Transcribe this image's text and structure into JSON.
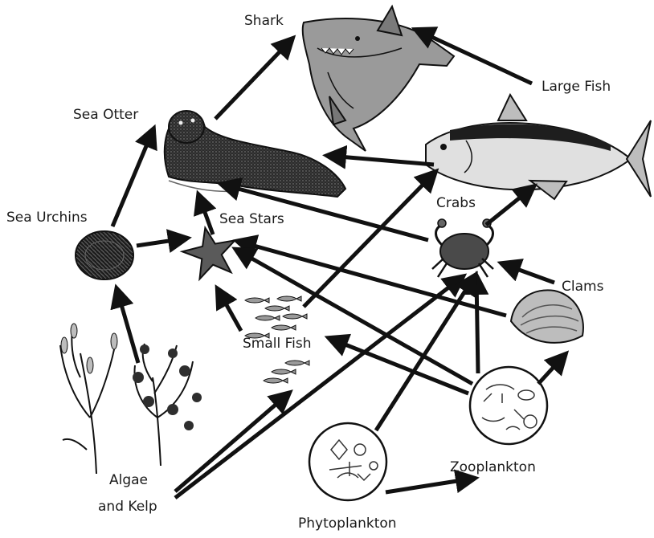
{
  "nodes": {
    "shark": "Shark",
    "large_fish": "Large Fish",
    "sea_otter": "Sea Otter",
    "sea_urchins": "Sea Urchins",
    "sea_stars": "Sea Stars",
    "crabs": "Crabs",
    "clams": "Clams",
    "small_fish": "Small Fish",
    "algae_line1": "Algae",
    "algae_line2": "and Kelp",
    "zooplankton": "Zooplankton",
    "phytoplankton": "Phytoplankton"
  },
  "colors": {
    "ink": "#111111",
    "fill_light": "#e6e6e6",
    "fill_mid": "#9a9a9a",
    "fill_dark": "#3a3a3a"
  },
  "icons": [
    "shark-icon",
    "large-fish-icon",
    "sea-otter-icon",
    "sea-urchin-icon",
    "sea-star-icon",
    "crab-icon",
    "clam-icon",
    "small-fish-icon",
    "algae-kelp-icon",
    "zooplankton-icon",
    "phytoplankton-icon"
  ]
}
